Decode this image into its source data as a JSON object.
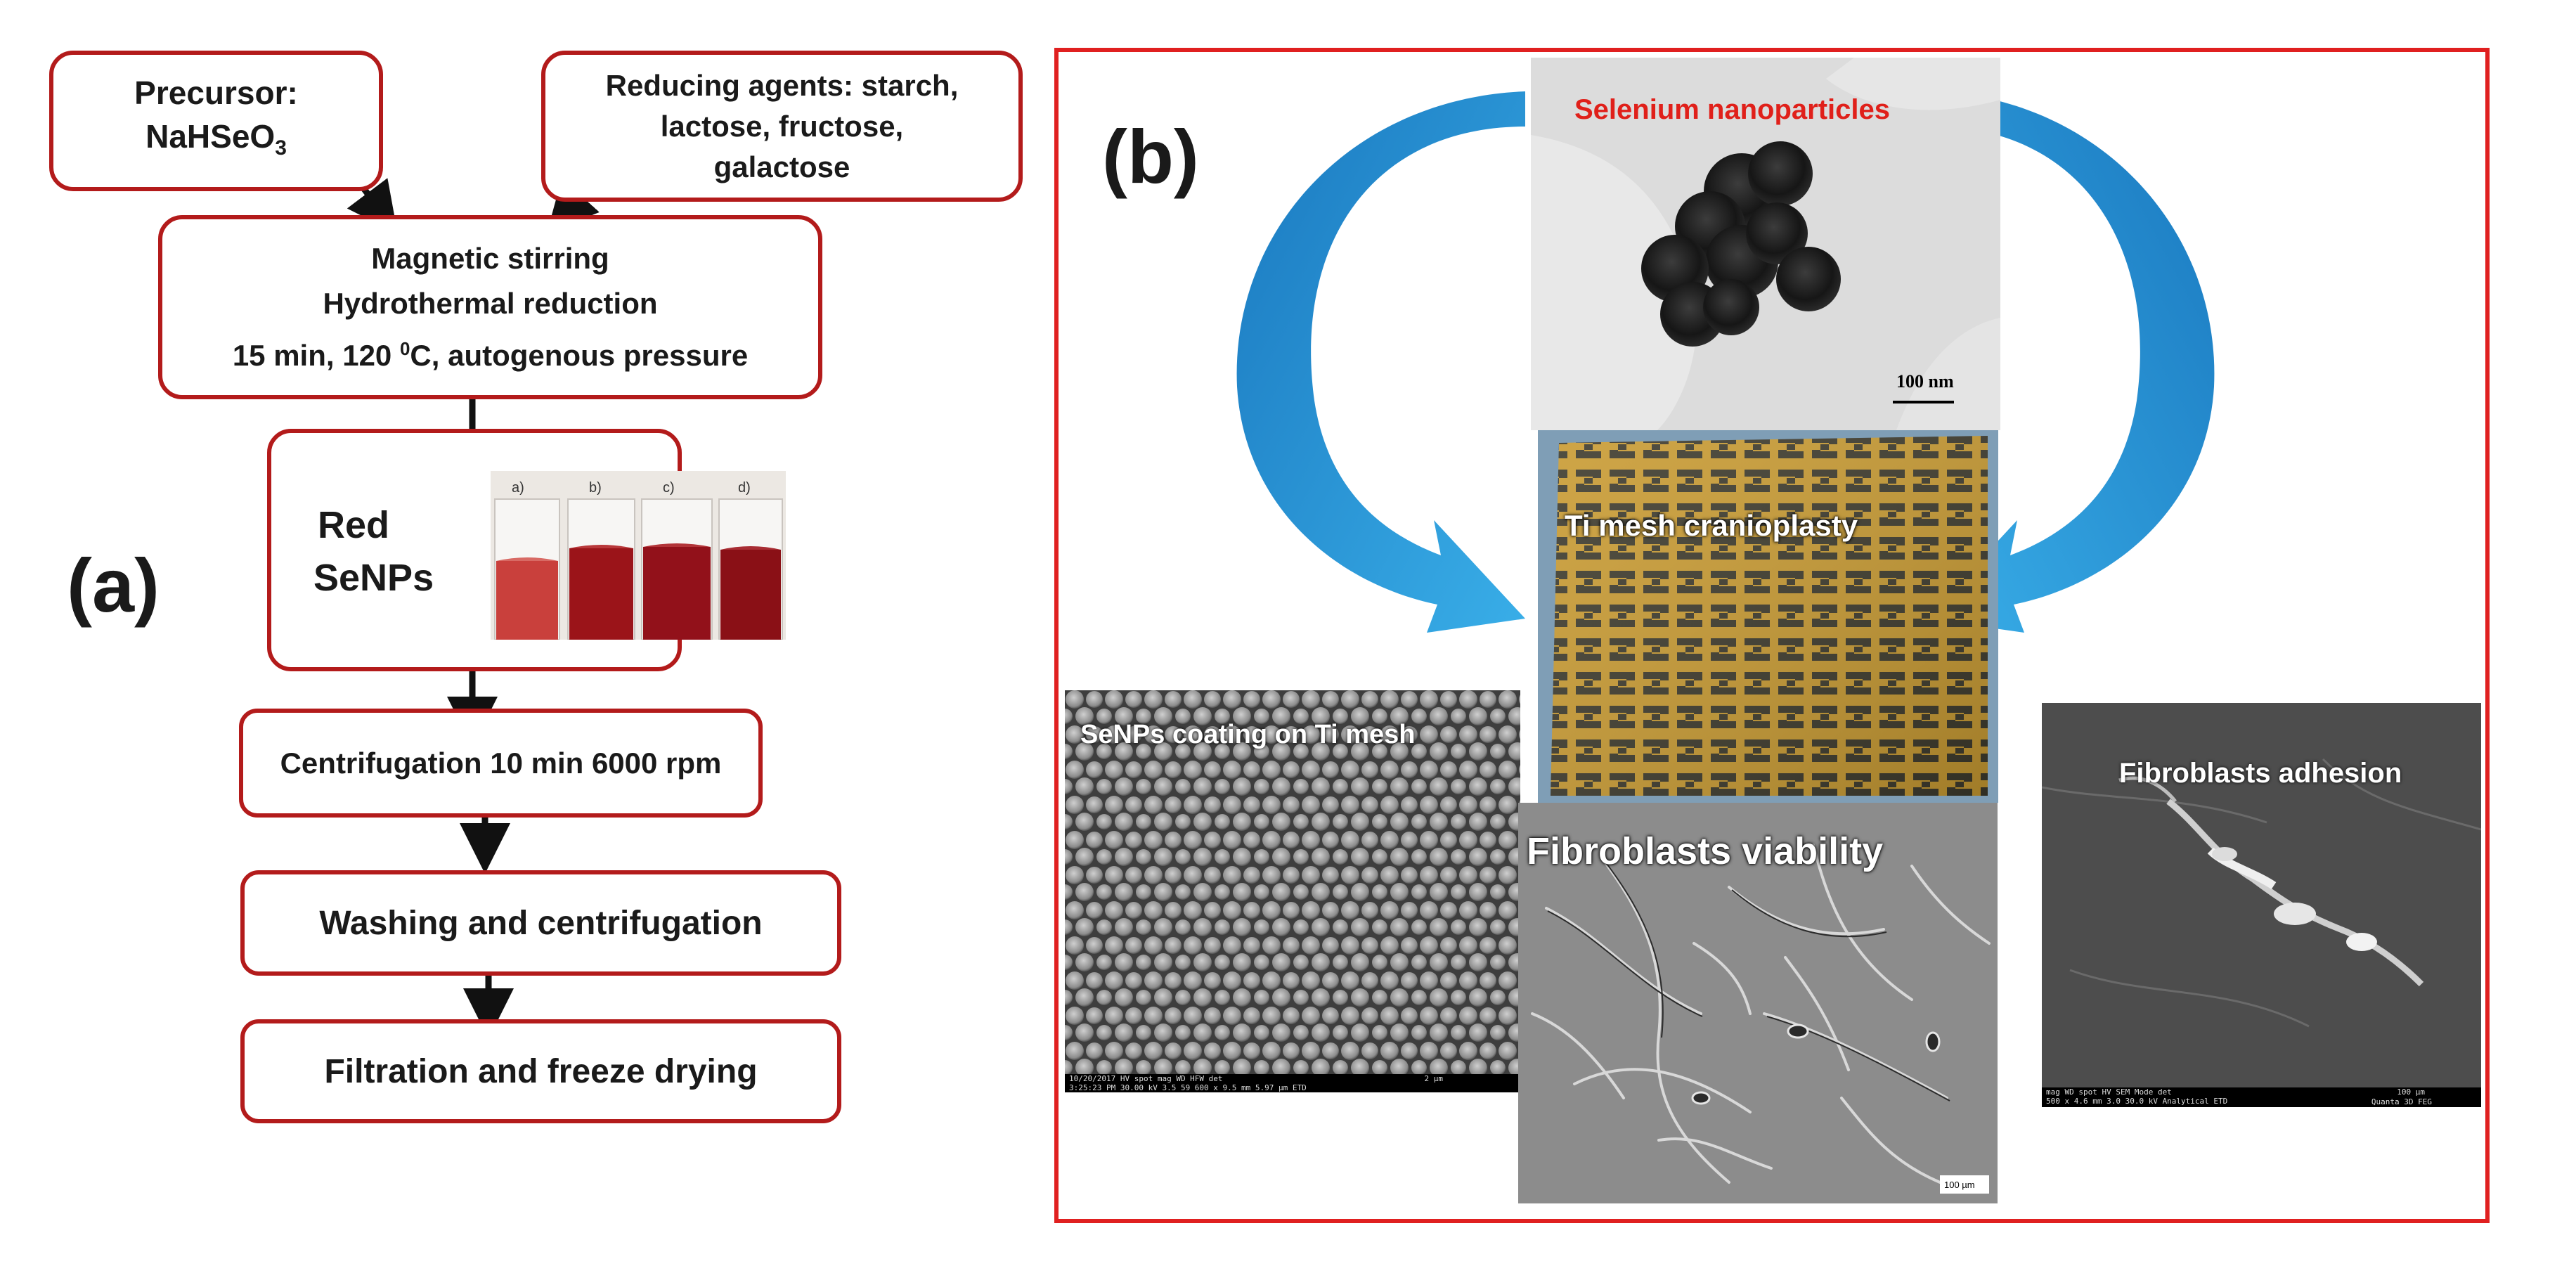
{
  "panel_a": {
    "label": "(a)",
    "precursor": {
      "line1": "Precursor:",
      "line2": "NaHSeO",
      "sub": "3"
    },
    "reducing_agents": {
      "line1": "Reducing agents: starch,",
      "line2": "lactose, fructose,",
      "line3": "galactose"
    },
    "stirring": {
      "line1": "Magnetic stirring",
      "line2": "Hydrothermal reduction",
      "line3_a": "15 min, 120 ",
      "line3_sup": "0",
      "line3_b": "C, autogenous pressure"
    },
    "red_senps": {
      "line1": "Red",
      "line2": "SeNPs"
    },
    "vial_labels": [
      "a)",
      "b)",
      "c)",
      "d)"
    ],
    "centrifugation": "Centrifugation 10 min 6000 rpm",
    "washing": "Washing and centrifugation",
    "filtration": "Filtration and freeze drying"
  },
  "panel_b": {
    "label": "(b)",
    "selenium_title": "Selenium nanoparticles",
    "scale_100nm": "100 nm",
    "ti_mesh_title": "Ti mesh cranioplasty",
    "coating_title": "SeNPs coating on Ti mesh",
    "coating_bar_line1": "10/20/2017   HV    spot   mag     WD     HFW    det",
    "coating_bar_line2": "3:25:23 PM  30.00 kV  3.5  59 600 x  9.5 mm  5.97 µm  ETD",
    "coating_scale": "2 µm",
    "viability_title": "Fibroblasts viability",
    "viability_scale": "100 µm",
    "adhesion_title": "Fibroblasts adhesion",
    "adhesion_bar_line1": "mag    WD    spot   HV    SEM Mode   det",
    "adhesion_bar_line2": "500 x  4.6 mm  3.0  30.0 kV  Analytical  ETD",
    "adhesion_scale": "100 µm",
    "adhesion_instrument": "Quanta 3D FEG"
  },
  "colors": {
    "box_border": "#b31b1b",
    "frame_border": "#e02020",
    "arrow_blue": "#1f8fd0",
    "title_red": "#e0201a",
    "sample_red": "#8e1014"
  }
}
